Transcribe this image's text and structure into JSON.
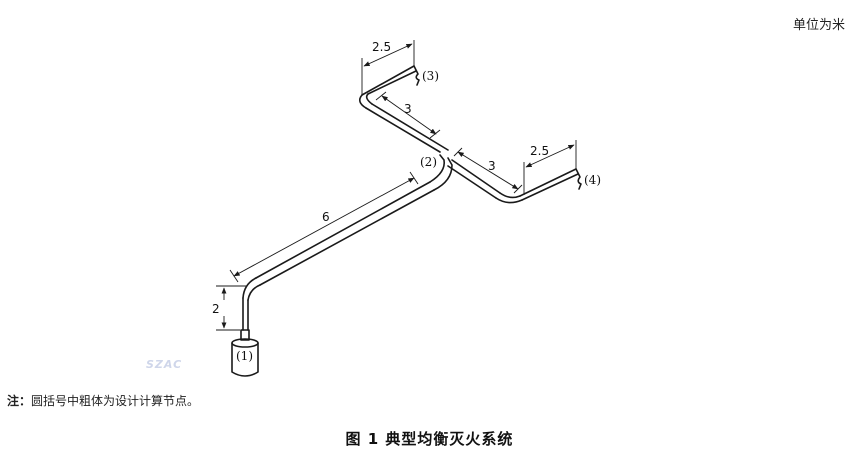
{
  "unit_label": "单位为米",
  "dimensions": {
    "top_branch_end": "2.5",
    "top_branch_middle": "3",
    "right_branch_middle": "3",
    "right_branch_end": "2.5",
    "main_pipe": "6",
    "riser": "2"
  },
  "nodes": {
    "n1": "(1)",
    "n2": "(2)",
    "n3": "(3)",
    "n4": "(4)"
  },
  "note": {
    "prefix": "注：",
    "text": "圆括号中粗体为设计计算节点。"
  },
  "caption": "图 1   典型均衡灭火系统",
  "watermark": "SZAC"
}
